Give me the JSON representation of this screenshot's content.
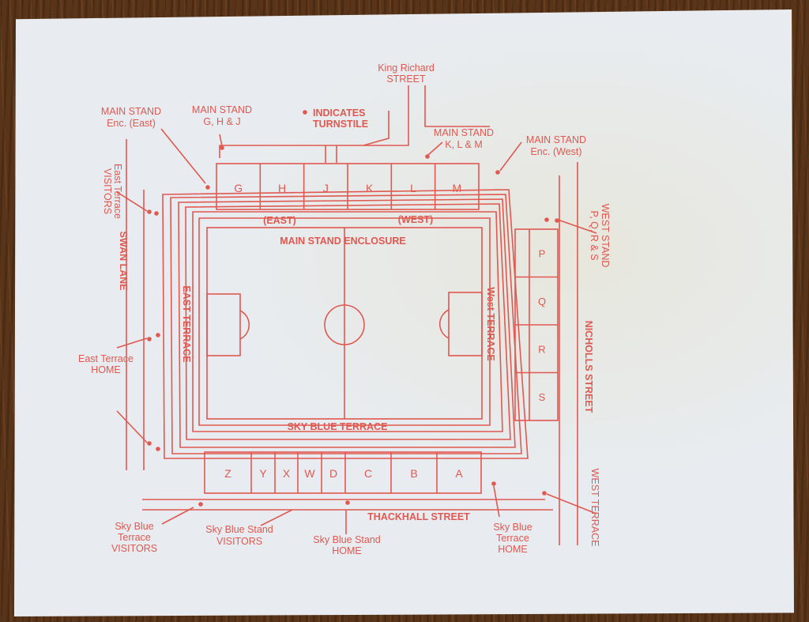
{
  "colors": {
    "ink": "#e05850",
    "paper": "#e8ecf0",
    "wood": "#5a3418"
  },
  "labels": {
    "king_richard_1": "King Richard",
    "king_richard_2": "STREET",
    "indicates_1": "INDICATES",
    "indicates_2": "TURNSTILE",
    "ms_enc_east_1": "MAIN STAND",
    "ms_enc_east_2": "Enc. (East)",
    "ms_ghj_1": "MAIN STAND",
    "ms_ghj_2": "G, H & J",
    "ms_klm_1": "MAIN STAND",
    "ms_klm_2": "K, L & M",
    "ms_enc_west_1": "MAIN STAND",
    "ms_enc_west_2": "Enc. (West)",
    "east_terrace_visitors_1": "East Terrace",
    "east_terrace_visitors_2": "VISITORS",
    "swan_lane": "SWAN LANE",
    "east_terrace_home_1": "East Terrace",
    "east_terrace_home_2": "HOME",
    "west_stand_1": "WEST STAND",
    "west_stand_2": "P, Q, R & S",
    "nicholls_street": "NICHOLLS STREET",
    "west_terrace_outer": "WEST TERRACE",
    "east_inner": "(EAST)",
    "west_inner": "(WEST)",
    "main_stand_enclosure": "MAIN STAND ENCLOSURE",
    "east_terrace": "EAST TERRACE",
    "west_terrace": "West TERRACE",
    "sky_blue_terrace": "SKY BLUE TERRACE",
    "thackhall_street": "THACKHALL STREET",
    "sbt_visitors_1": "Sky Blue",
    "sbt_visitors_2": "Terrace",
    "sbt_visitors_3": "VISITORS",
    "sbs_visitors_1": "Sky Blue Stand",
    "sbs_visitors_2": "VISITORS",
    "sbs_home_1": "Sky Blue Stand",
    "sbs_home_2": "HOME",
    "sbt_home_1": "Sky Blue",
    "sbt_home_2": "Terrace",
    "sbt_home_3": "HOME"
  },
  "main_stand_blocks": [
    "G",
    "H",
    "J",
    "K",
    "L",
    "M"
  ],
  "west_stand_blocks": [
    "P",
    "Q",
    "R",
    "S"
  ],
  "sky_blue_blocks": [
    "Z",
    "Y",
    "X",
    "W",
    "D",
    "C",
    "B",
    "A"
  ]
}
